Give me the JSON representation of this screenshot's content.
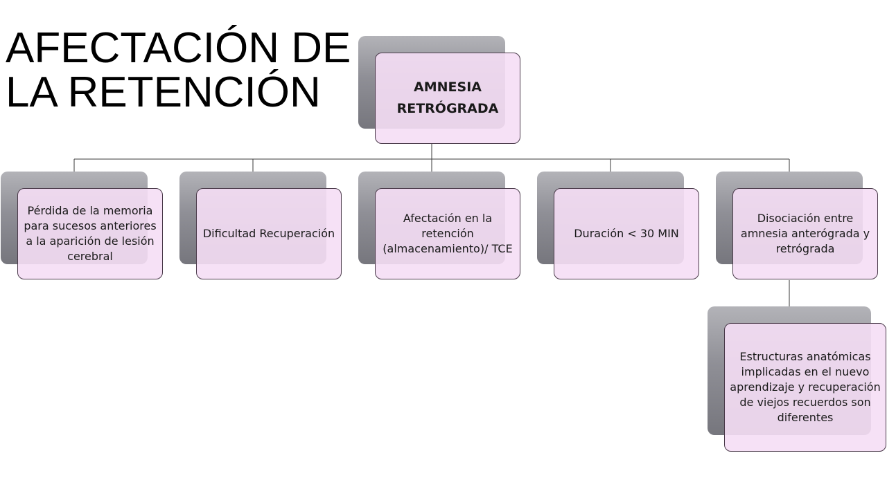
{
  "title": {
    "line1": "AFECTACIÓN DE",
    "line2": "LA RETENCIÓN"
  },
  "diagram": {
    "root": "AMNESIA RETRÓGRADA",
    "children": [
      "Pérdida de la memoria para sucesos anteriores a la aparición de lesión cerebral",
      "Dificultad Recuperación",
      "Afectación en la retención (almacenamiento)/ TCE",
      "Duración < 30 MIN",
      "Disociación entre amnesia anterógrada y retrógrada"
    ],
    "grandchild": "Estructuras anatómicas implicadas en el nuevo aprendizaje y recuperación de viejos recuerdos son diferentes"
  },
  "colors": {
    "box_front": "#f5def5",
    "box_back": "#8f8f96",
    "border": "#4a3a4a",
    "connector": "#3a3a3a"
  }
}
